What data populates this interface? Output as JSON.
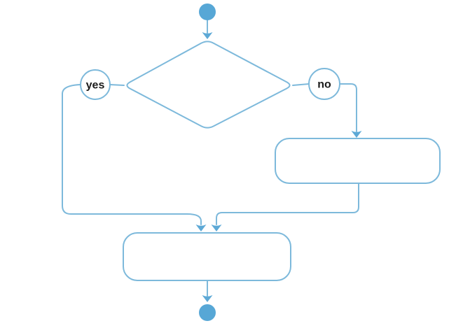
{
  "diagram": {
    "kind": "flowchart",
    "labels": {
      "yes": "yes",
      "no": "no"
    },
    "nodes": {
      "start": {
        "kind": "start-node",
        "label": ""
      },
      "decision": {
        "kind": "decision-diamond",
        "label": ""
      },
      "right_process": {
        "kind": "rounded-process-box",
        "label": ""
      },
      "bottom_process": {
        "kind": "rounded-process-box",
        "label": ""
      },
      "end": {
        "kind": "end-node",
        "label": ""
      }
    },
    "colors": {
      "line": "#7db9db",
      "node_fill": "#57a7d6",
      "arrow_fill": "#5da9d6",
      "label_text": "#1b1b1b",
      "shape_fill": "#ffffff",
      "background": "#ffffff"
    }
  }
}
